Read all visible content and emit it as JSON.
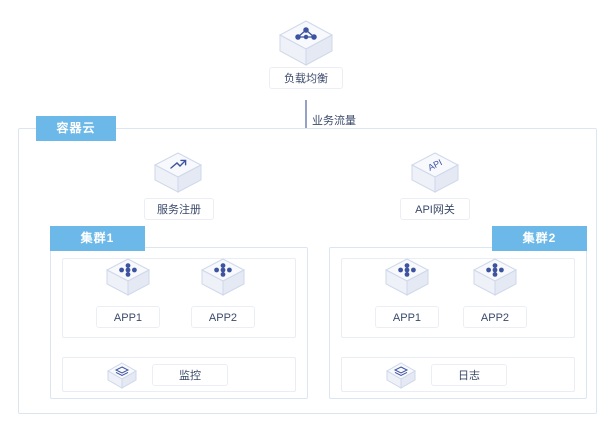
{
  "diagram": {
    "title_hidden": "",
    "colors": {
      "tab_blue": "#6cb8e8",
      "arrow_blue": "#5c6fa8",
      "text_navy": "#3b4a6b",
      "box_border": "#dbe6f2",
      "cube_top": "#f4f6fb",
      "cube_icon": "#3d53a0"
    },
    "nodes": {
      "load_balancer": {
        "label": "负载均衡",
        "icon": "network-triangle-icon"
      },
      "service_registry": {
        "label": "服务注册",
        "icon": "arrow-growth-icon"
      },
      "api_gateway": {
        "label": "API网关",
        "icon": "api-icon",
        "cube_text": "API"
      },
      "monitor": {
        "label": "监控",
        "icon": "layers-stack-icon"
      },
      "log": {
        "label": "日志",
        "icon": "layers-stack-icon"
      }
    },
    "container": {
      "label": "容器云"
    },
    "clusters": [
      {
        "header": "集群1",
        "apps": [
          {
            "label": "APP1",
            "icon": "node-cluster-icon"
          },
          {
            "label": "APP2",
            "icon": "node-cluster-icon"
          }
        ],
        "service": {
          "label": "监控",
          "icon": "layers-stack-icon"
        }
      },
      {
        "header": "集群2",
        "apps": [
          {
            "label": "APP1",
            "icon": "node-cluster-icon"
          },
          {
            "label": "APP2",
            "icon": "node-cluster-icon"
          }
        ],
        "service": {
          "label": "日志",
          "icon": "layers-stack-icon"
        }
      }
    ],
    "flows": {
      "traffic": {
        "label": "业务流量"
      }
    }
  }
}
